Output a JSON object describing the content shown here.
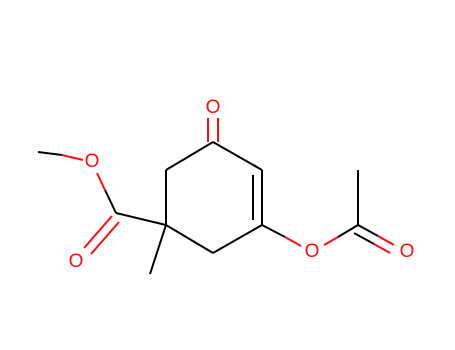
{
  "molecule": {
    "atoms": {
      "ketone_o": "O",
      "ester_carbonyl_o": "O",
      "ester_ether_o": "O",
      "acetate_ether_o": "O",
      "acetate_carbonyl_o": "O"
    },
    "colors": {
      "carbon_bond": "#000000",
      "oxygen": "#ff0d0d",
      "background": "#ffffff"
    }
  }
}
